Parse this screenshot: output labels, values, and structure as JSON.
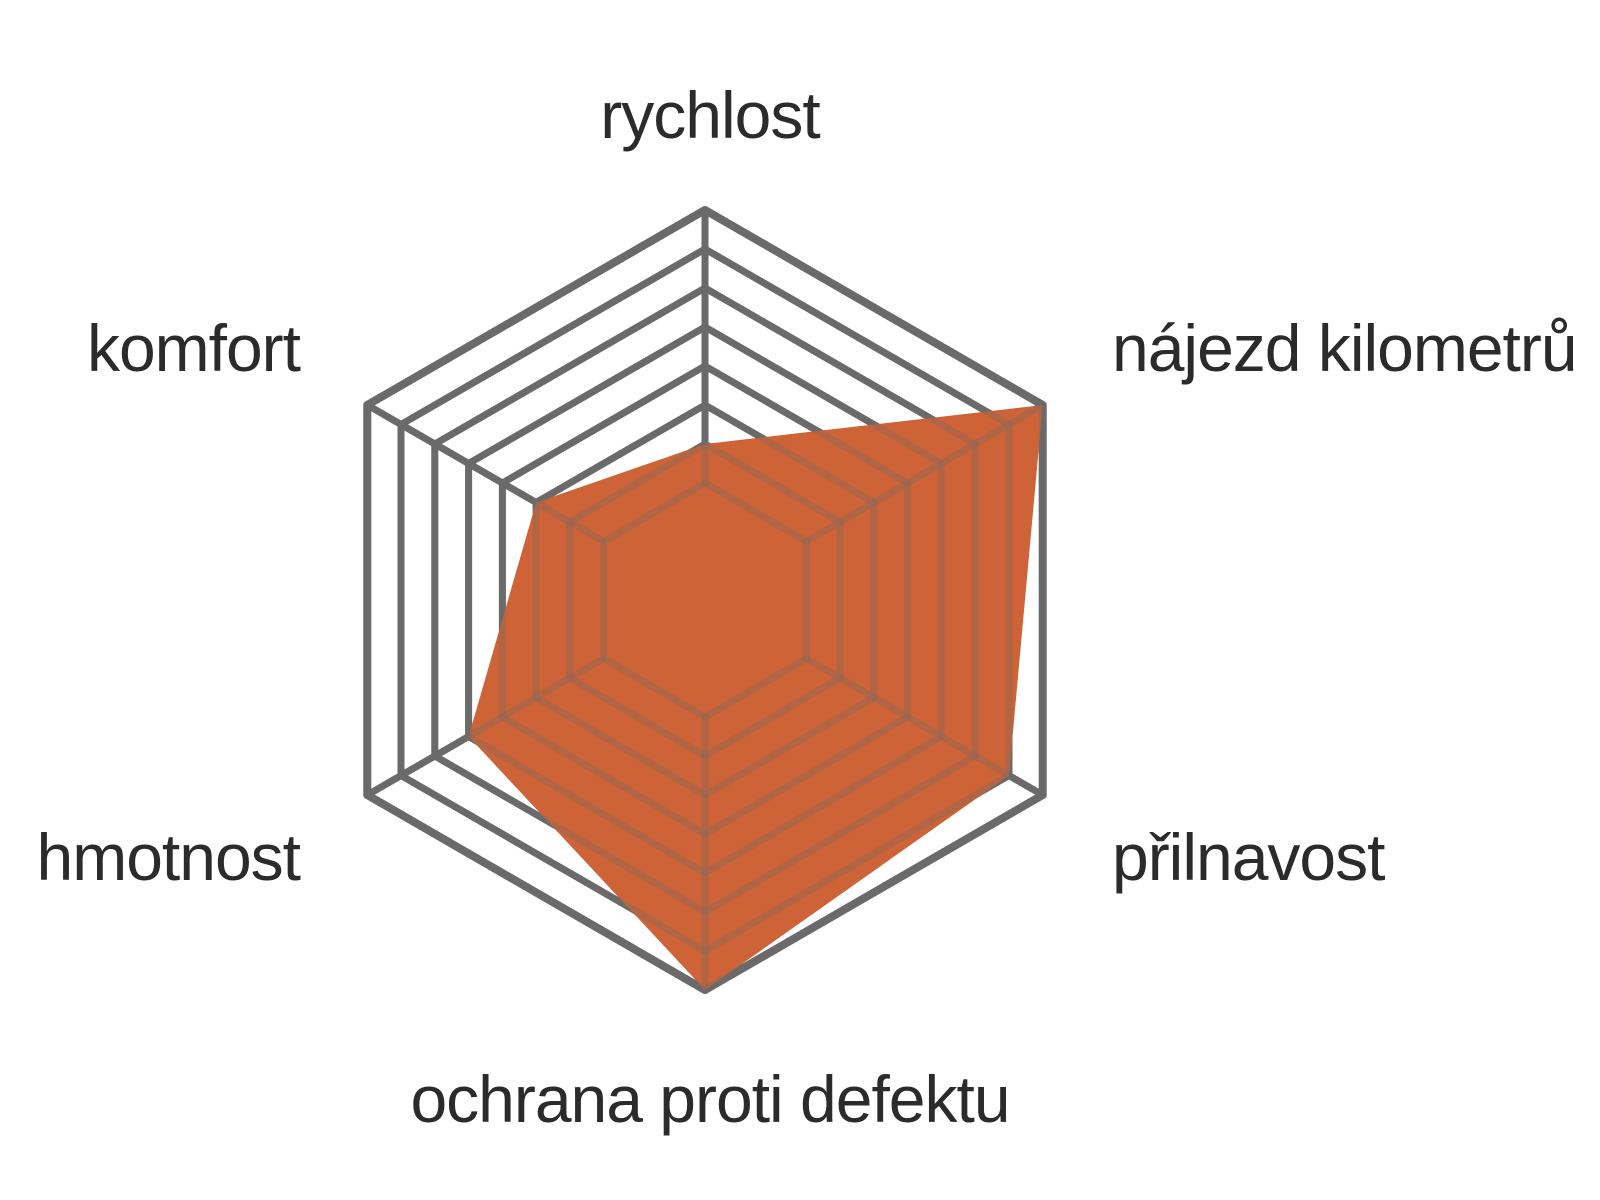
{
  "chart_data": {
    "type": "radar",
    "axes": [
      "rychlost",
      "nájezd kilometrů",
      "přilnavost",
      "ochrana proti defektu",
      "hmotnost",
      "komfort"
    ],
    "values": [
      4,
      10,
      9,
      10,
      7,
      5
    ],
    "rmax": 10,
    "rings": 10,
    "colors": {
      "fill": "#cd6337",
      "grid": "#6a6a6a",
      "text": "#2b2b2b"
    }
  }
}
